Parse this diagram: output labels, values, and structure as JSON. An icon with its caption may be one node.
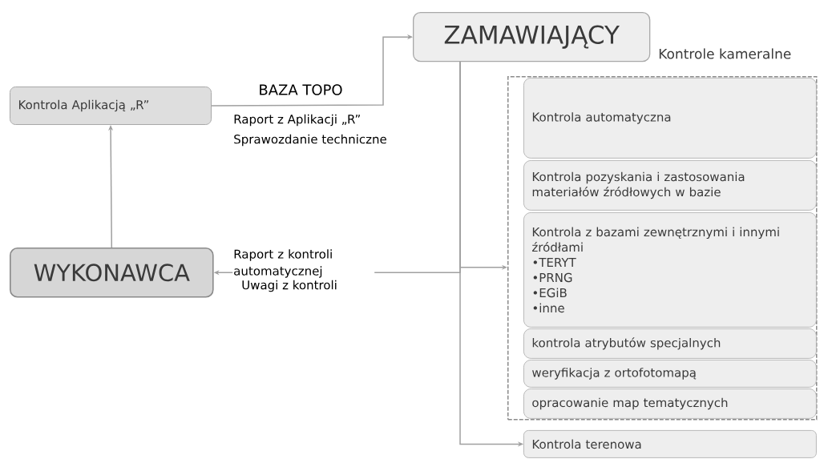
{
  "diagram": {
    "nodes": [
      {
        "text": [
          "ZAMAWIAJĄCY"
        ]
      },
      {
        "text": [
          "Kontrole kameralne"
        ]
      },
      {
        "text": [
          "Kontrola automatyczna"
        ],
        "in": 1
      },
      {
        "text": [
          "Kontrola pozyskania i zastosowania materiałów źródłowych w bazie"
        ],
        "in": 1
      },
      {
        "text": [
          "Kontrola z bazami zewnętrznymi i innymi źródłami",
          "•TERYT",
          "•PRNG",
          "•EGiB",
          "•inne"
        ],
        "in": 1
      },
      {
        "text": [
          "kontrola atrybutów specjalnych"
        ],
        "in": 1
      },
      {
        "text": [
          "weryfikacja z ortofotomapą"
        ],
        "in": 1
      },
      {
        "text": [
          "opracowanie map tematycznych"
        ],
        "in": 1
      },
      {
        "text": [
          "Kontrola terenowa"
        ]
      },
      {
        "text": [
          "Kontrola Aplikacją „R”"
        ]
      },
      {
        "text": [
          "WYKONAWCA"
        ]
      }
    ],
    "edges": [
      {
        "from": 10,
        "to": 9,
        "arrow": "to"
      },
      {
        "from": 9,
        "to": 0,
        "arrow": "to",
        "label": "BAZA TOPO"
      },
      {
        "from": 0,
        "to": 1,
        "arrow": "to"
      },
      {
        "from": 0,
        "to": 10,
        "arrow": "to",
        "label": "Raport z kontroli automatycznej"
      },
      {
        "from": 0,
        "to": 8,
        "arrow": "to"
      }
    ],
    "labels": [
      "Raport z Aplikacji „R”",
      "Sprawozdanie techniczne",
      "Uwagi z kontroli"
    ]
  }
}
